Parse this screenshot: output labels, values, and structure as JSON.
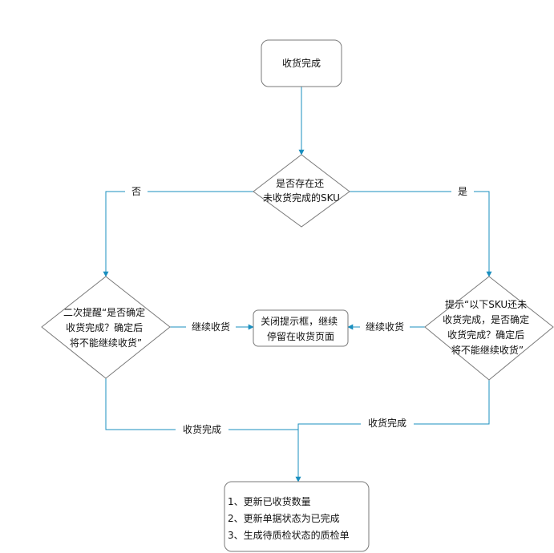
{
  "colors": {
    "edge": "#1a8fbf",
    "node_border": "#7a7a7a",
    "node_fill": "#ffffff",
    "text": "#111111"
  },
  "nodes": {
    "start": {
      "lines": [
        "收货完成"
      ]
    },
    "decision_main": {
      "lines": [
        "是否存在还",
        "未收货完成的SKU"
      ]
    },
    "decision_left": {
      "lines": [
        "二次提醒“是否确定",
        "收货完成？确定后",
        "将不能继续收货”"
      ]
    },
    "decision_right": {
      "lines": [
        "提示“以下SKU还未",
        "收货完成，是否确定",
        "收货完成？确定后",
        "将不能继续收货”"
      ]
    },
    "close_prompt": {
      "lines": [
        "关闭提示框，继续",
        "停留在收货页面"
      ]
    },
    "result": {
      "lines": [
        "1、更新已收货数量",
        "2、更新单据状态为已完成",
        "3、生成待质检状态的质检单"
      ]
    }
  },
  "edge_labels": {
    "no": "否",
    "yes": "是",
    "continue_left": "继续收货",
    "continue_right": "继续收货",
    "complete_left": "收货完成",
    "complete_right": "收货完成"
  }
}
